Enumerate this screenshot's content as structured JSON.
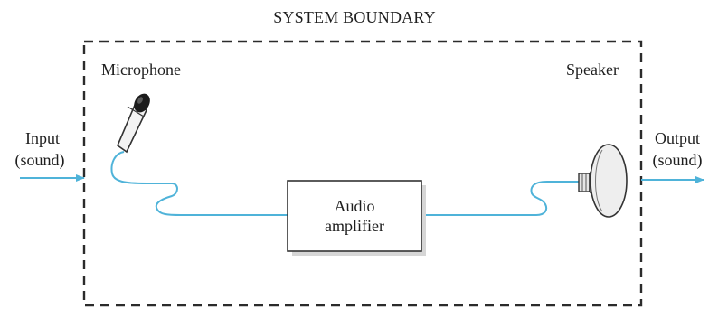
{
  "title": "SYSTEM BOUNDARY",
  "input": {
    "line1": "Input",
    "line2": "(sound)"
  },
  "output": {
    "line1": "Output",
    "line2": "(sound)"
  },
  "microphone_label": "Microphone",
  "speaker_label": "Speaker",
  "amplifier": {
    "line1": "Audio",
    "line2": "amplifier"
  },
  "colors": {
    "wire": "#4fb3d9",
    "boundary": "#2b2b2b",
    "box_fill": "#ffffff",
    "box_shadow": "#d6d6d6",
    "speaker_fill": "#eeeeee"
  },
  "icons": [
    "microphone-icon",
    "speaker-icon"
  ]
}
